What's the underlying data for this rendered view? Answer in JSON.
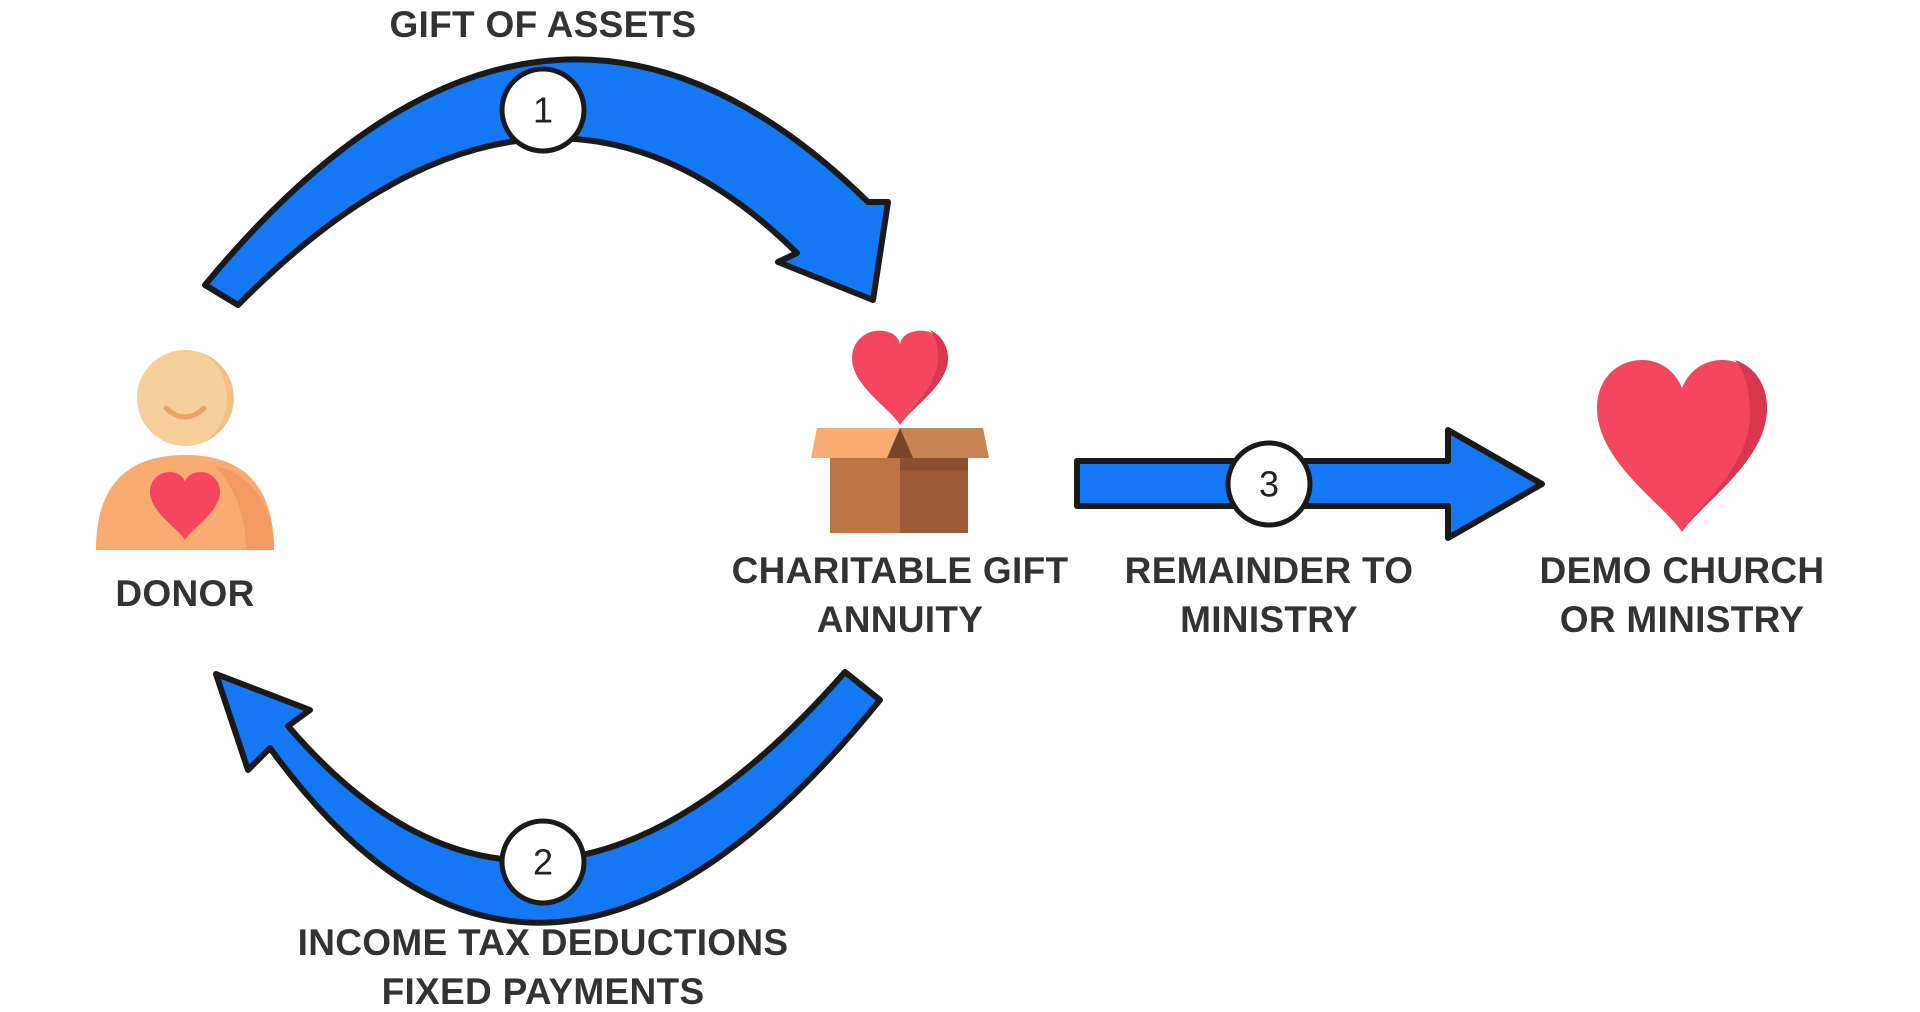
{
  "steps": [
    {
      "number": "1",
      "label": "GIFT OF ASSETS"
    },
    {
      "number": "2",
      "label_lines": [
        "INCOME TAX DEDUCTIONS",
        "FIXED PAYMENTS"
      ]
    },
    {
      "number": "3",
      "label_lines": [
        "REMAINDER TO",
        "MINISTRY"
      ]
    }
  ],
  "nodes": {
    "donor": {
      "label": "DONOR"
    },
    "annuity": {
      "label_lines": [
        "CHARITABLE GIFT",
        "ANNUITY"
      ]
    },
    "ministry": {
      "label_lines": [
        "DEMO CHURCH",
        "OR MINISTRY"
      ]
    }
  },
  "colors": {
    "arrow_fill": "#1478f5",
    "arrow_outline": "#1a1a1a",
    "heart": "#f4475f",
    "heart_shade": "#d93650",
    "skin": "#f7cf9b",
    "body": "#f8ac72",
    "box_front": "#bd7447",
    "box_side": "#9c5b36",
    "text": "#333333"
  },
  "icons": [
    "donor-icon",
    "gift-box-icon",
    "heart-icon"
  ]
}
